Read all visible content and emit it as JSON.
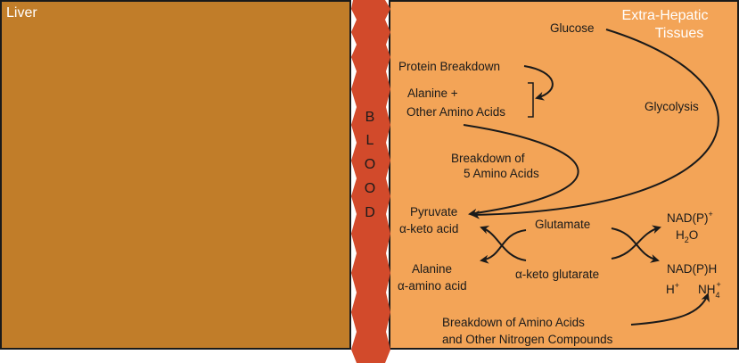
{
  "colors": {
    "liver": "#c17d29",
    "blood": "#d24a2b",
    "tissue": "#f3a457",
    "outline": "#1a1a1a",
    "title_text": "#ffffff"
  },
  "liver": {
    "title": "Liver"
  },
  "blood": {
    "letters": [
      "B",
      "L",
      "O",
      "O",
      "D"
    ]
  },
  "tissue": {
    "title_line1": "Extra-Hepatic",
    "title_line2": "Tissues",
    "glucose": "Glucose",
    "glycolysis": "Glycolysis",
    "protein_breakdown": "Protein Breakdown",
    "alanine_plus": "Alanine  +",
    "other_amino_acids": "Other Amino Acids",
    "breakdown_of": "Breakdown of",
    "five_amino_acids": "5 Amino Acids",
    "pyruvate": "Pyruvate",
    "alpha_keto_acid": "α-keto acid",
    "glutamate": "Glutamate",
    "nadp": "NAD(P)",
    "nadp_sup": "+",
    "h2o": "H",
    "h2o_sub": "2",
    "h2o_end": "O",
    "alanine": "Alanine",
    "alpha_amino_acid": "α-amino acid",
    "alpha_keto_glutarate": "α-keto glutarate",
    "nadph": "NAD(P)H",
    "h_plus": "H",
    "h_plus_sup": "+",
    "nh4": "NH",
    "nh4_sub": "4",
    "nh4_sup": "+",
    "breakdown_amino_line1": "Breakdown of Amino Acids",
    "breakdown_amino_line2": "and Other Nitrogen Compounds"
  }
}
